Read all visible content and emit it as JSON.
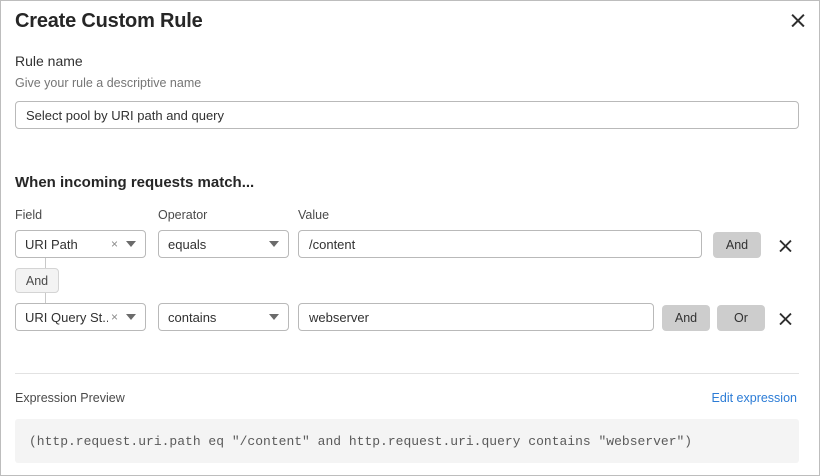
{
  "dialog": {
    "title": "Create Custom Rule",
    "close_icon": "close-icon"
  },
  "rule_name": {
    "label": "Rule name",
    "help": "Give your rule a descriptive name",
    "value": "Select pool by URI path and query",
    "placeholder": "Select pool by URI path and query"
  },
  "match_section": {
    "heading": "When incoming requests match...",
    "columns": {
      "field": "Field",
      "operator": "Operator",
      "value": "Value"
    },
    "connector": {
      "label": "And"
    },
    "rows": [
      {
        "field": "URI Path",
        "clear_icon": "×",
        "operator": "equals",
        "value": "/content",
        "value_placeholder": "/content",
        "buttons": [
          "And"
        ],
        "remove_icon": "close-icon"
      },
      {
        "field": "URI Query St...",
        "clear_icon": "×",
        "operator": "contains",
        "value": "webserver",
        "value_placeholder": "webserver",
        "buttons": [
          "And",
          "Or"
        ],
        "remove_icon": "close-icon"
      }
    ]
  },
  "expression": {
    "label": "Expression Preview",
    "edit_link": "Edit expression",
    "code": "(http.request.uri.path eq \"/content\" and http.request.uri.query contains \"webserver\")"
  },
  "colors": {
    "link": "#2c7cd6",
    "pill_bg": "#cdcdcd",
    "code_bg": "#f4f4f4",
    "badge_bg": "#f3f3f3"
  }
}
